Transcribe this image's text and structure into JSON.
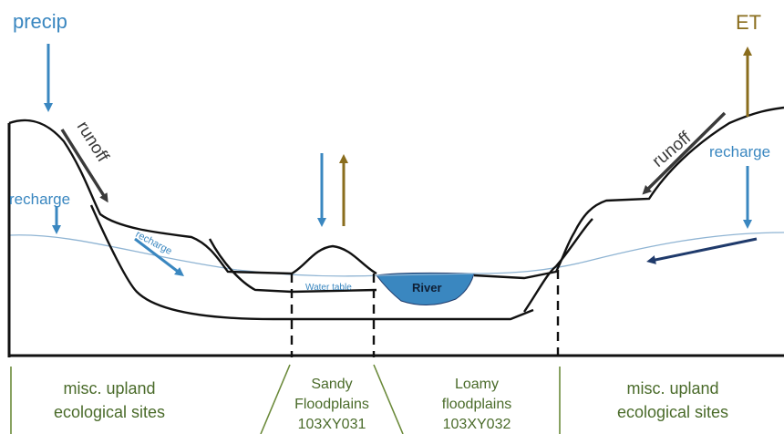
{
  "labels": {
    "precip": "precip",
    "et": "ET",
    "runoff_left": "runoff",
    "runoff_right": "runoff",
    "recharge_left": "recharge",
    "recharge_slope": "recharge",
    "recharge_right": "recharge",
    "water_table": "Water table",
    "river": "River"
  },
  "sections": [
    {
      "line1": "misc. upland",
      "line2": "ecological sites",
      "line3": ""
    },
    {
      "line1": "Sandy",
      "line2": "Floodplains",
      "line3": "103XY031"
    },
    {
      "line1": "Loamy",
      "line2": "floodplains",
      "line3": "103XY032"
    },
    {
      "line1": "misc. upland",
      "line2": "ecological sites",
      "line3": ""
    }
  ],
  "colors": {
    "blue_text": "#3a87c0",
    "arrow_blue": "#3a87c0",
    "arrow_navy": "#1f3a6b",
    "et_gold": "#8a6d1d",
    "river_fill": "#3a87c0",
    "water_table_line": "#8fb4d3",
    "green_text": "#4a6b2a",
    "runoff_text": "#3a3a3a"
  }
}
